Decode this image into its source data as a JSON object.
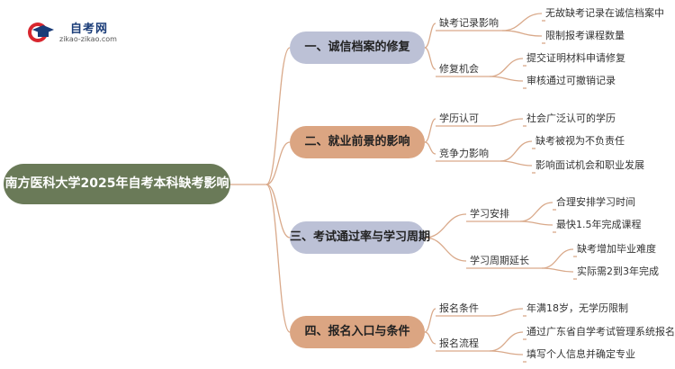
{
  "logo": {
    "title": "自考网",
    "url": "zikao-zikao.com"
  },
  "root": {
    "label": "南方医科大学2025年自考本科缺考影响"
  },
  "branches": [
    {
      "label": "一、诚信档案的修复",
      "children": [
        {
          "label": "缺考记录影响",
          "leaves": [
            "无故缺考记录在诚信档案中",
            "限制报考课程数量"
          ]
        },
        {
          "label": "修复机会",
          "leaves": [
            "提交证明材料申请修复",
            "审核通过可撤销记录"
          ]
        }
      ]
    },
    {
      "label": "二、就业前景的影响",
      "children": [
        {
          "label": "学历认可",
          "leaves": [
            "社会广泛认可的学历"
          ]
        },
        {
          "label": "竞争力影响",
          "leaves": [
            "缺考被视为不负责任",
            "影响面试机会和职业发展"
          ]
        }
      ]
    },
    {
      "label": "三、考试通过率与学习周期",
      "children": [
        {
          "label": "学习安排",
          "leaves": [
            "合理安排学习时间",
            "最快1.5年完成课程"
          ]
        },
        {
          "label": "学习周期延长",
          "leaves": [
            "缺考增加毕业难度",
            "实际需2到3年完成"
          ]
        }
      ]
    },
    {
      "label": "四、报名入口与条件",
      "children": [
        {
          "label": "报名条件",
          "leaves": [
            "年满18岁，无学历限制"
          ]
        },
        {
          "label": "报名流程",
          "leaves": [
            "通过广东省自学考试管理系统报名",
            "填写个人信息并确定专业"
          ]
        }
      ]
    }
  ],
  "colors": {
    "root": "#6a7a58",
    "branch_blue": "#bcc1d6",
    "branch_orange": "#dba582",
    "line": "#d9a98a"
  }
}
